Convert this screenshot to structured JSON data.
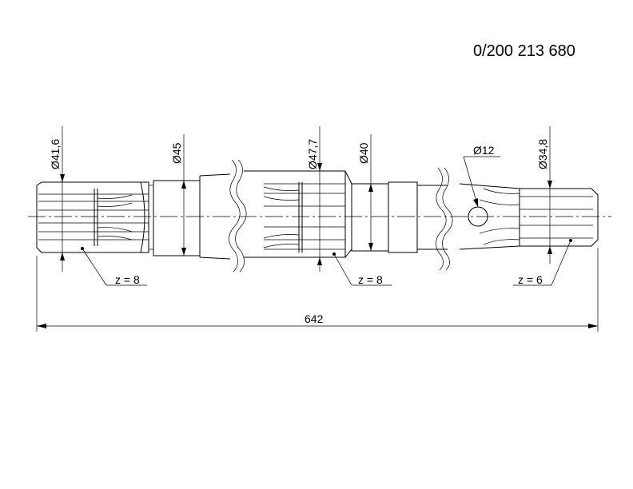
{
  "drawing": {
    "part_number": "0/200 213 680",
    "dimensions": {
      "d1": "Ø41,6",
      "d2": "Ø45",
      "d3": "Ø47,7",
      "d4": "Ø40",
      "d5": "Ø12",
      "d6": "Ø34,8",
      "overall_length": "642"
    },
    "spline_labels": {
      "left": "z = 8",
      "middle": "z = 8",
      "right": "z = 6"
    }
  }
}
